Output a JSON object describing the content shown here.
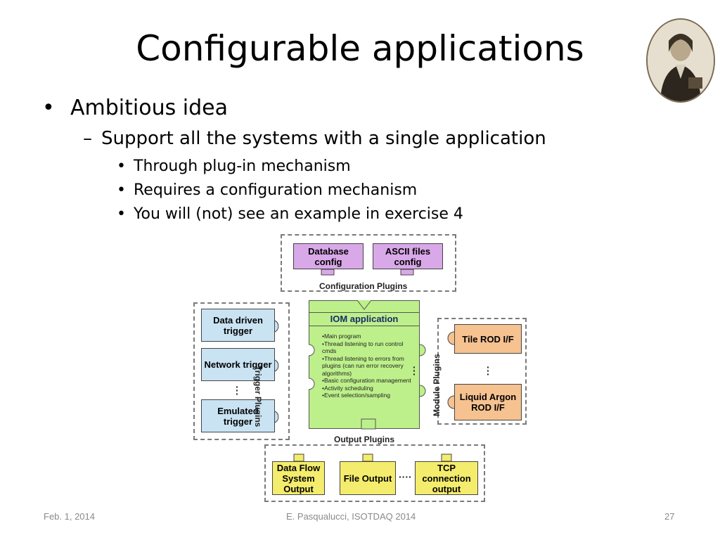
{
  "slide": {
    "title": "Configurable applications",
    "bullets": {
      "level1": "Ambitious idea",
      "level2": "Support all the systems with a single application",
      "level3": [
        "Through plug-in mechanism",
        "Requires a configuration mechanism",
        "You will (not) see an example in exercise 4"
      ],
      "bullet_char": "•",
      "dash_char": "–"
    },
    "footer": {
      "date": "Feb. 1, 2014",
      "author": "E. Pasqualucci, ISOTDAQ 2014",
      "page": "27"
    }
  },
  "diagram": {
    "config_plugins": {
      "label": "Configuration Plugins",
      "boxes": [
        "Database config",
        "ASCII files config"
      ]
    },
    "iom": {
      "title": "IOM application",
      "items": [
        "•Main program",
        "•Thread listening to run control cmds",
        "•Thread listening to errors from plugins (can run error recovery algorithms)",
        "•Basic configuration management",
        "•Activity scheduling",
        "•Event selection/sampling"
      ]
    },
    "trigger_plugins": {
      "label": "Trigger Plugins",
      "boxes": [
        "Data driven trigger",
        "Network trigger",
        "Emulated trigger"
      ]
    },
    "module_plugins": {
      "label": "Module Plugins",
      "boxes": [
        "Tile ROD I/F",
        "Liquid Argon ROD I/F"
      ]
    },
    "output_plugins": {
      "label": "Output Plugins",
      "boxes": [
        "Data Flow System Output",
        "File Output",
        "TCP connection output"
      ]
    },
    "colors": {
      "config": "#d8a8e8",
      "iom": "#bdf08a",
      "trigger": "#c9e3f3",
      "module": "#f6c290",
      "output": "#f4ec6c"
    }
  }
}
